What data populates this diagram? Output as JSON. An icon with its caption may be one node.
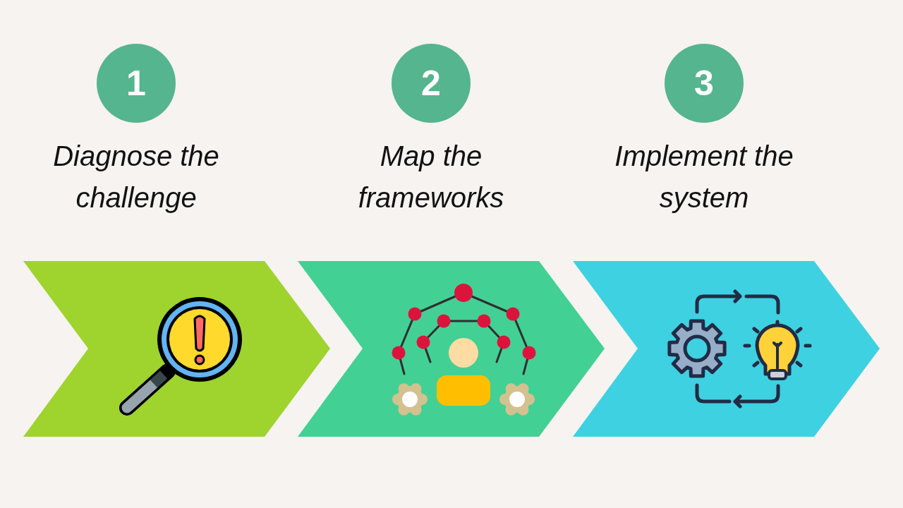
{
  "diagram": {
    "nodes": [
      {
        "text": [
          "1"
        ],
        "beside": [
          "Diagnose the challenge"
        ]
      },
      {
        "text": [
          "2"
        ],
        "beside": [
          "Map the frameworks"
        ]
      },
      {
        "text": [
          "3"
        ],
        "beside": [
          "Implement the system"
        ]
      },
      {
        "text": [],
        "shape": "chevron"
      },
      {
        "text": [],
        "shape": "chevron"
      },
      {
        "text": [],
        "shape": "chevron"
      }
    ]
  }
}
